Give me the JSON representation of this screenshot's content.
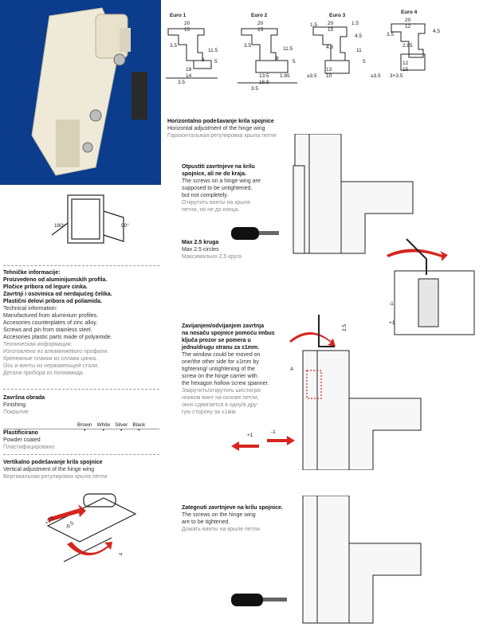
{
  "photo": {
    "alt_icon": "hinge-photo"
  },
  "profiles": {
    "items": [
      {
        "name": "Euro 1",
        "dims": [
          "20",
          "15",
          "3.5",
          "8",
          "18",
          "14",
          "3.5",
          "11.5",
          "5"
        ]
      },
      {
        "name": "Euro 2",
        "dims": [
          "20",
          "15",
          "3.5",
          "8",
          "13.5",
          "1.65",
          "16.8",
          "3.5",
          "11.5",
          "5"
        ]
      },
      {
        "name": "Euro 3",
        "dims": [
          "1.5",
          "20",
          "15",
          "4.3",
          "13",
          "10",
          "≥3.5",
          "1.5",
          "4.5",
          "11",
          "5"
        ]
      },
      {
        "name": "Euro 4",
        "dims": [
          "20",
          "12",
          "2.85",
          "12",
          "15",
          "3.5",
          "≥3.5",
          "4.5",
          "3+3.5"
        ]
      }
    ]
  },
  "opening": {
    "left_angle": "180°",
    "right_angle": "90°"
  },
  "technical": {
    "sr": [
      "Tehničke informacije:",
      "Proizvedeno od aluminijumskih profila.",
      "Pločice pribora od legure cinka.",
      "Zavrtnji i osovinica od nerdajućeg čelika.",
      "Plastični delovi pribora od poliamida."
    ],
    "en": [
      "Technical information:",
      "Manufactured from aluminium profiles.",
      "Accesories counterplates of zinc alloy.",
      "Screws and pin from stainless steel.",
      "Accesories plastic parts made of polyamide."
    ],
    "ru": [
      "Техническая информация:",
      "Изготовлено из алюминиевого профиля.",
      "Крепежные планки из сплава цинка.",
      "Ось и винты из нержавеющей стали.",
      "Детали прибора из полиамида."
    ]
  },
  "finish": {
    "sr": "Završna obrada",
    "en": "Finishing",
    "ru": "Покрытие",
    "columns": [
      "Brown",
      "White",
      "Silver",
      "Black"
    ],
    "row_sr": "Plastificirano",
    "row_en": "Powder coated",
    "row_ru": "Пластифицировано",
    "marks": [
      "•",
      "•",
      "•",
      "•"
    ]
  },
  "vertical": {
    "sr": "Vertikalno podešavanje krila spojnice",
    "en": "Vertical adjustment of the hinge wing",
    "ru": "Вертикальная регулировка крыла петли",
    "labels": [
      "+2.5",
      "-0.5",
      "4"
    ]
  },
  "horizontal": {
    "sr": "Horizontalno podešavanje krila spojnice",
    "en": "Horizontal adjustment of the hinge wing",
    "ru": "Горизонтальная регулировка крыла петли"
  },
  "step1": {
    "sr": [
      "Otpustiti zavrtnjeve na krilu",
      "spojnice, ali ne do kraja."
    ],
    "en": [
      "The screws on a hinge wing are",
      "supposed to be untightened,",
      "but not completely."
    ],
    "ru": [
      "Открутить винты на крыле",
      "петли, но не до конца."
    ]
  },
  "step2": {
    "sr": "Max 2.5 kruga",
    "en": "Max 2.5 circles",
    "ru": "Максимально 2,5 круга",
    "labels": [
      "-1",
      "+1"
    ]
  },
  "step3": {
    "sr": [
      "Zavijanjem/odvijanjem zavrtnja",
      "na nosaču spojnice pomoću imbus",
      "ključa prozor se pomera u",
      "jednu/drugu stranu za ±1mm."
    ],
    "en": [
      "The window could be moved on",
      "one/the other side for ±1mm by",
      "tightening/ untightening of the",
      "screw on the hinge carrier with",
      "the hexagon hollow screw spanner."
    ],
    "ru": [
      "Закрутить/открутить шестигра-",
      "нником винт на основе петли,",
      "окно сдвигается в одну/в дру-",
      "гую сторону за ±1мм."
    ],
    "labels": [
      "2.5",
      "A",
      "+1",
      "-1"
    ]
  },
  "step4": {
    "sr": "Zategnuti zavrtnjeve na krilu spojnice.",
    "en": [
      "The screws on the hinge wing",
      "are to be tightened."
    ],
    "ru": "Дожать винты на крыле петли."
  },
  "colors": {
    "photo_bg": "#0b3d8c",
    "arrow_red": "#d6251f",
    "text_grey": "#8a8a8a"
  }
}
